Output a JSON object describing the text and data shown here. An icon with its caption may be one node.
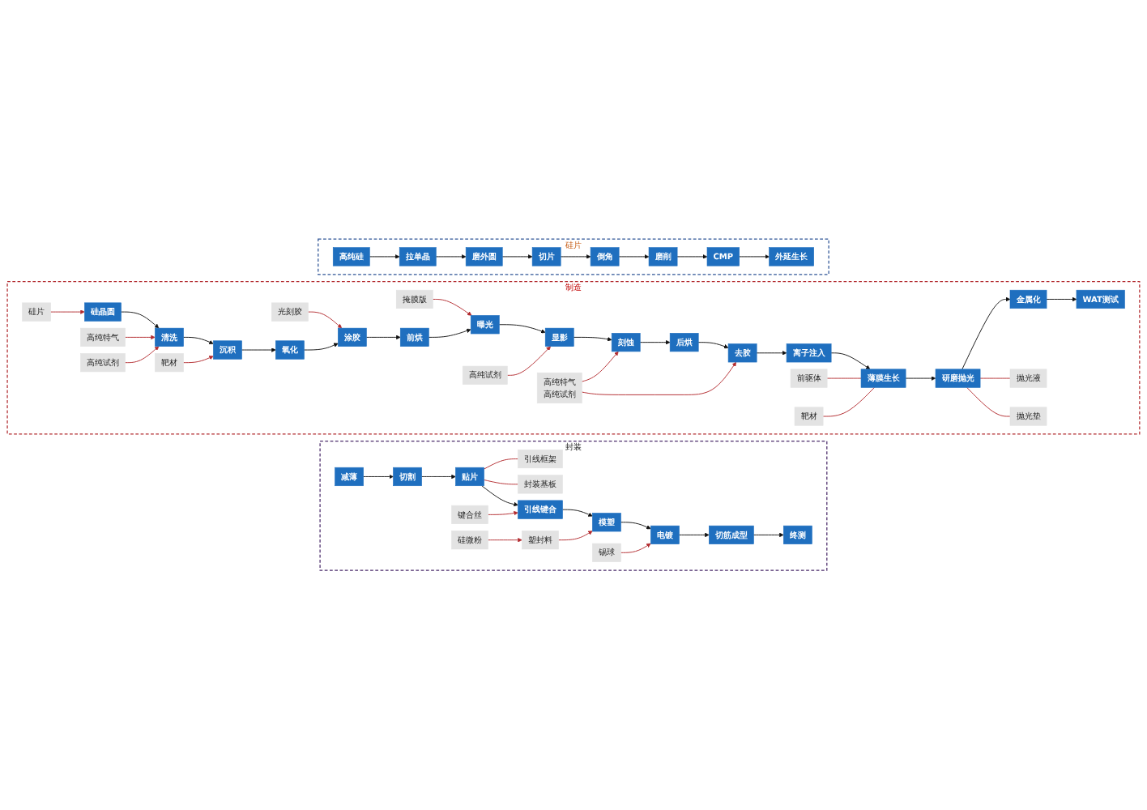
{
  "diagram": {
    "nodes": [
      {
        "text": [
          "硅片"
        ]
      },
      {
        "text": [
          "高纯硅"
        ],
        "in": 0
      },
      {
        "text": [
          "拉单晶"
        ],
        "in": 0
      },
      {
        "text": [
          "磨外圆"
        ],
        "in": 0
      },
      {
        "text": [
          "切片"
        ],
        "in": 0
      },
      {
        "text": [
          "倒角"
        ],
        "in": 0
      },
      {
        "text": [
          "磨削"
        ],
        "in": 0
      },
      {
        "text": [
          "CMP"
        ],
        "in": 0
      },
      {
        "text": [
          "外延生长"
        ],
        "in": 0
      },
      {
        "text": [
          "制造"
        ]
      },
      {
        "text": [
          "硅片"
        ],
        "in": 9
      },
      {
        "text": [
          "高纯特气"
        ],
        "in": 9
      },
      {
        "text": [
          "靶材"
        ],
        "in": 9
      },
      {
        "text": [
          "光刻胶"
        ],
        "in": 9
      },
      {
        "text": [
          "掩膜版"
        ],
        "in": 9
      },
      {
        "text": [
          "高纯试剂"
        ],
        "in": 9
      },
      {
        "text": [
          "硅晶圆"
        ],
        "in": 9
      },
      {
        "text": [
          "清洗"
        ],
        "in": 9
      },
      {
        "text": [
          "沉积"
        ],
        "in": 9
      },
      {
        "text": [
          "氧化"
        ],
        "in": 9
      },
      {
        "text": [
          "涂胶"
        ],
        "in": 9
      },
      {
        "text": [
          "前烘"
        ],
        "in": 9
      },
      {
        "text": [
          "曝光"
        ],
        "in": 9
      },
      {
        "text": [
          "显影"
        ],
        "in": 9
      },
      {
        "text": [
          "高纯试剂"
        ],
        "in": 9
      },
      {
        "text": [
          "高纯特气",
          "高纯试剂"
        ],
        "in": 9
      },
      {
        "text": [
          "刻蚀"
        ],
        "in": 9
      },
      {
        "text": [
          "前驱体"
        ],
        "in": 9
      },
      {
        "text": [
          "靶材"
        ],
        "in": 9
      },
      {
        "text": [
          "WAT测试"
        ],
        "in": 9
      },
      {
        "text": [
          "金属化"
        ],
        "in": 9
      },
      {
        "text": [
          "研磨抛光"
        ],
        "in": 9
      },
      {
        "text": [
          "薄膜生长"
        ],
        "in": 9
      },
      {
        "text": [
          "离子注入"
        ],
        "in": 9
      },
      {
        "text": [
          "去胶"
        ],
        "in": 9
      },
      {
        "text": [
          "后烘"
        ],
        "in": 9
      },
      {
        "text": [
          "抛光液"
        ],
        "in": 9
      },
      {
        "text": [
          "抛光垫"
        ],
        "in": 9
      },
      {
        "text": [
          "封装"
        ]
      },
      {
        "text": [
          "减薄"
        ],
        "in": 38
      },
      {
        "text": [
          "切割"
        ],
        "in": 38
      },
      {
        "text": [
          "贴片"
        ],
        "in": 38
      },
      {
        "text": [
          "引线键合"
        ],
        "in": 38
      },
      {
        "text": [
          "模塑"
        ],
        "in": 38
      },
      {
        "text": [
          "电镀"
        ],
        "in": 38
      },
      {
        "text": [
          "切筋成型"
        ],
        "in": 38
      },
      {
        "text": [
          "终测"
        ],
        "in": 38
      },
      {
        "text": [
          "封装基板"
        ],
        "in": 38
      },
      {
        "text": [
          "引线框架"
        ],
        "in": 38
      },
      {
        "text": [
          "键合丝"
        ],
        "in": 38
      },
      {
        "text": [
          "塑封料"
        ],
        "in": 38
      },
      {
        "text": [
          "锡球"
        ],
        "in": 38
      },
      {
        "text": [
          "硅微粉"
        ],
        "in": 38
      }
    ],
    "edges": [
      {
        "from": 1,
        "to": 2,
        "arrow": "to"
      },
      {
        "from": 2,
        "to": 3,
        "arrow": "to"
      },
      {
        "from": 3,
        "to": 4,
        "arrow": "to"
      },
      {
        "from": 4,
        "to": 5,
        "arrow": "to"
      },
      {
        "from": 5,
        "to": 6,
        "arrow": "to"
      },
      {
        "from": 6,
        "to": 7,
        "arrow": "to"
      },
      {
        "from": 7,
        "to": 8,
        "arrow": "to"
      },
      {
        "from": 10,
        "to": 16,
        "arrow": "to",
        "color": "#b22a2e"
      },
      {
        "from": 11,
        "to": 17,
        "arrow": "to",
        "color": "#b22a2e"
      },
      {
        "from": 24,
        "to": 17,
        "arrow": "to",
        "color": "#b22a2e"
      },
      {
        "from": 12,
        "to": 18,
        "arrow": "to",
        "color": "#b22a2e"
      },
      {
        "from": 13,
        "to": 20,
        "arrow": "to",
        "color": "#b22a2e"
      },
      {
        "from": 14,
        "to": 22,
        "arrow": "to",
        "color": "#b22a2e"
      },
      {
        "from": 15,
        "to": 23,
        "arrow": "to",
        "color": "#b22a2e"
      },
      {
        "from": 16,
        "to": 17,
        "arrow": "to"
      },
      {
        "from": 17,
        "to": 18,
        "arrow": "to"
      },
      {
        "from": 18,
        "to": 19,
        "arrow": "to"
      },
      {
        "from": 19,
        "to": 20,
        "arrow": "to"
      },
      {
        "from": 20,
        "to": 21,
        "arrow": "to"
      },
      {
        "from": 21,
        "to": 22,
        "arrow": "to"
      },
      {
        "from": 22,
        "to": 23,
        "arrow": "to"
      },
      {
        "from": 23,
        "to": 26,
        "arrow": "to"
      },
      {
        "from": 25,
        "to": 26,
        "arrow": "to",
        "color": "#b22a2e"
      },
      {
        "from": 25,
        "to": 34,
        "arrow": "to",
        "color": "#b22a2e"
      },
      {
        "from": 26,
        "to": 35,
        "arrow": "to"
      },
      {
        "from": 35,
        "to": 34,
        "arrow": "to"
      },
      {
        "from": 34,
        "to": 33,
        "arrow": "to"
      },
      {
        "from": 33,
        "to": 32,
        "arrow": "to"
      },
      {
        "from": 32,
        "to": 31,
        "arrow": "to"
      },
      {
        "from": 31,
        "to": 30,
        "arrow": "to"
      },
      {
        "from": 30,
        "to": 29,
        "arrow": "to"
      },
      {
        "from": 27,
        "to": 32,
        "arrow": "none",
        "color": "#b22a2e"
      },
      {
        "from": 28,
        "to": 32,
        "arrow": "none",
        "color": "#b22a2e"
      },
      {
        "from": 31,
        "to": 36,
        "arrow": "none",
        "color": "#b22a2e"
      },
      {
        "from": 31,
        "to": 37,
        "arrow": "none",
        "color": "#b22a2e"
      },
      {
        "from": 39,
        "to": 40,
        "arrow": "to"
      },
      {
        "from": 40,
        "to": 41,
        "arrow": "to"
      },
      {
        "from": 41,
        "to": 42,
        "arrow": "to"
      },
      {
        "from": 42,
        "to": 43,
        "arrow": "to"
      },
      {
        "from": 43,
        "to": 44,
        "arrow": "to"
      },
      {
        "from": 44,
        "to": 45,
        "arrow": "to"
      },
      {
        "from": 45,
        "to": 46,
        "arrow": "to"
      },
      {
        "from": 41,
        "to": 47,
        "arrow": "none",
        "color": "#b22a2e"
      },
      {
        "from": 41,
        "to": 48,
        "arrow": "none",
        "color": "#b22a2e"
      },
      {
        "from": 49,
        "to": 42,
        "arrow": "to",
        "color": "#b22a2e"
      },
      {
        "from": 50,
        "to": 43,
        "arrow": "to",
        "color": "#b22a2e"
      },
      {
        "from": 52,
        "to": 50,
        "arrow": "to",
        "color": "#b22a2e"
      },
      {
        "from": 51,
        "to": 44,
        "arrow": "to",
        "color": "#b22a2e"
      }
    ]
  }
}
